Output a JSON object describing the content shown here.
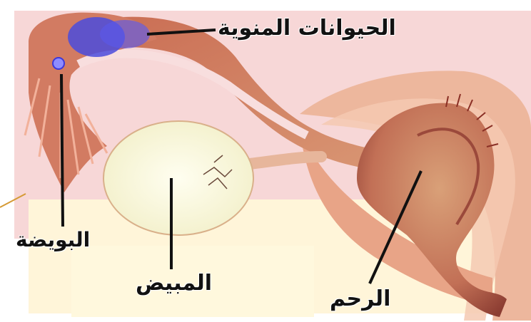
{
  "labels": {
    "sperm": "الحيوانات المنوية",
    "egg": "البويضة",
    "ovary": "المبيض",
    "uterus": "الرحم"
  },
  "colors": {
    "tissue": "#d98a72",
    "tissue_dark": "#b65a45",
    "uterus_fill": "#bf6a4d",
    "sperm_cluster": "#3d38d9",
    "pink_background": "#f5c8c8",
    "light_background": "#fff6d9",
    "line": "#111111"
  }
}
